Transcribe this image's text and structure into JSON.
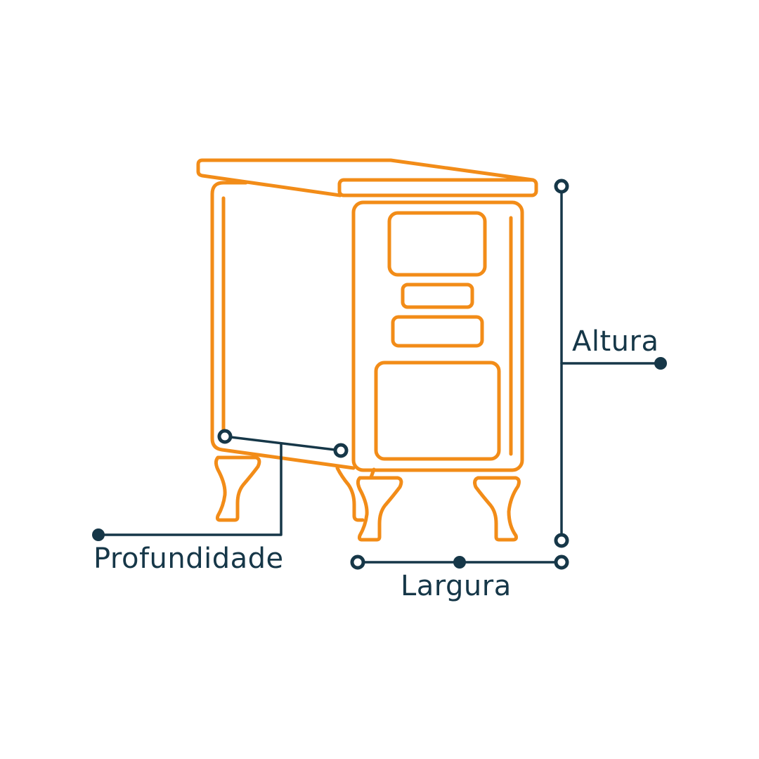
{
  "diagram": {
    "subject": "cabinet-with-cabriole-legs",
    "colors": {
      "outline": "#f28c18",
      "dimension_lines": "#163748",
      "background": "#ffffff"
    },
    "dimensions": {
      "height": {
        "label": "Altura"
      },
      "width": {
        "label": "Largura"
      },
      "depth": {
        "label": "Profundidade"
      }
    }
  }
}
